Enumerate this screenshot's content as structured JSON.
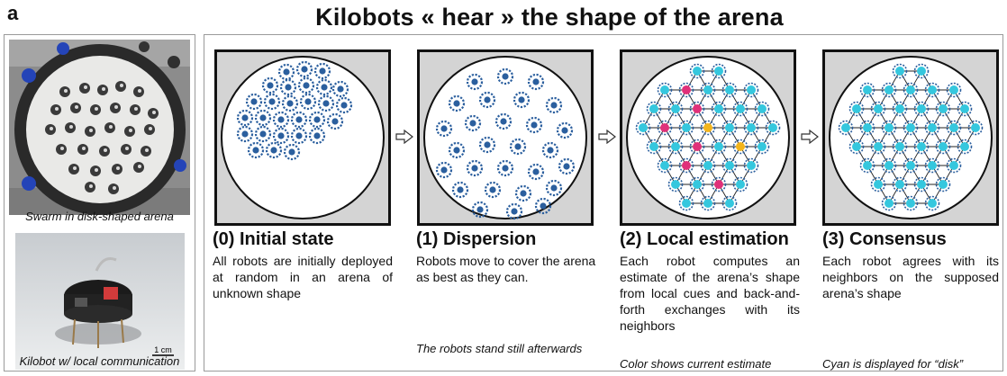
{
  "panel_letter": "a",
  "title": "Kilobots « hear » the shape of the arena",
  "photos": [
    {
      "caption": "Swarm in disk-shaped arena"
    },
    {
      "caption": "Kilobot w/ local communication",
      "scale_label": "1 cm"
    }
  ],
  "stages": [
    {
      "title": "(0) Initial state",
      "description": "All robots are initially deployed at random in an arena of unknown shape",
      "note": ""
    },
    {
      "title": "(1) Dispersion",
      "description": "Robots move to cover the arena as best as they can.",
      "note": "The robots stand still afterwards"
    },
    {
      "title": "(2) Local estimation",
      "description": "Each robot computes an estimate of the arena’s shape from local cues and back-and-forth exchanges with its neighbors",
      "note": "Color shows current estimate"
    },
    {
      "title": "(3) Consensus",
      "description": "Each robot agrees with its neighbors on the supposed arena’s shape",
      "note": "Cyan is displayed for “disk”"
    }
  ],
  "colors": {
    "robot_blue": "#2b5f9e",
    "cyan": "#35c7de",
    "magenta": "#e0307a",
    "yellow": "#f3b51c",
    "arena_gray": "#d4d4d4"
  }
}
